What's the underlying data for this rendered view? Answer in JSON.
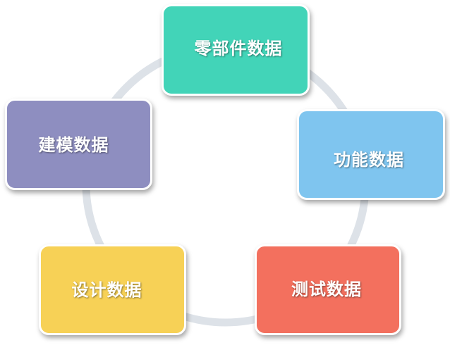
{
  "diagram": {
    "ring_color": "#dde2e8",
    "nodes": [
      {
        "id": "parts",
        "label": "零部件数据",
        "color": "#42d4b8"
      },
      {
        "id": "func",
        "label": "功能数据",
        "color": "#7fc5ef"
      },
      {
        "id": "test",
        "label": "测试数据",
        "color": "#f3705e"
      },
      {
        "id": "design",
        "label": "设计数据",
        "color": "#f7d156"
      },
      {
        "id": "model",
        "label": "建模数据",
        "color": "#8e8ec0"
      }
    ]
  }
}
